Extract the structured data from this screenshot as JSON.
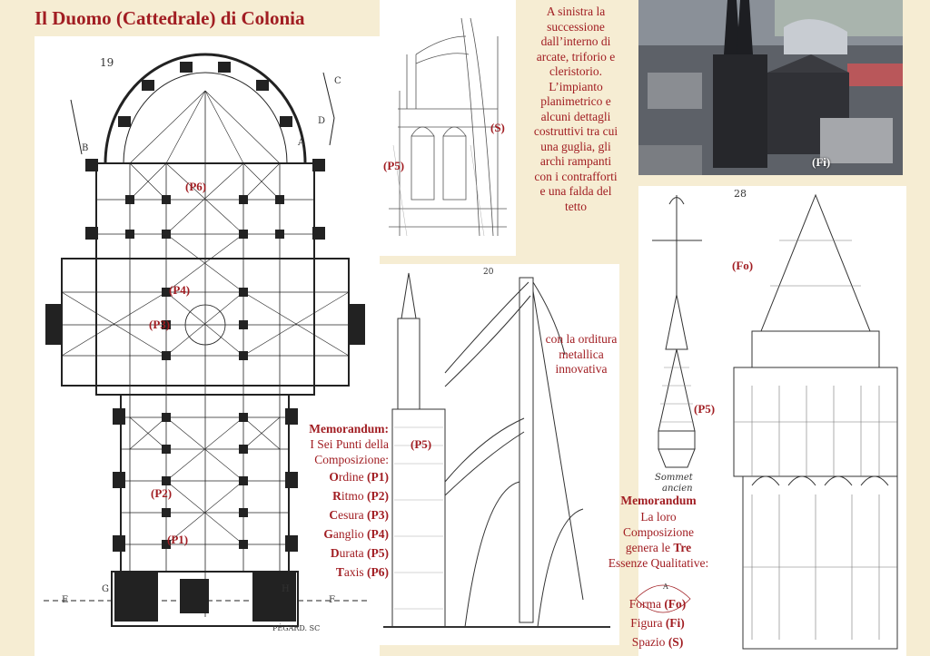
{
  "title": "Il Duomo (Cattedrale) di Colonia",
  "plan": {
    "plate_number": "19",
    "letters": {
      "a": "A",
      "b": "B",
      "c": "C",
      "d": "D",
      "e": "E",
      "f": "F",
      "g": "G",
      "h": "H"
    },
    "engraver": "PÉGARD. SC",
    "labels": {
      "p6": "(P6)",
      "p4": "(P4)",
      "p3": "(P3)",
      "p2": "(P2)",
      "p1": "(P1)"
    }
  },
  "section_top": {
    "label_s": "(S)",
    "label_p5": "(P5)"
  },
  "intro_text": "A sinistra la successione dall’interno di arcate, triforio e cleristorio. L’impianto planimetrico e alcuni dettagli costruttivi tra cui una guglia, gli archi rampanti con i contrafforti e una falda del tetto",
  "photo": {
    "label": "(Fi)"
  },
  "section_mid": {
    "plate_number": "20",
    "label_p5": "(P5)"
  },
  "roof_text": "con la orditura metallica innovativa",
  "memorandum1": {
    "heading": "Memorandum:",
    "line1_bold": "I",
    "line1_rest": " Sei Punti della",
    "line2": "Composizione:",
    "items": [
      {
        "initial": "O",
        "rest": "rdine ",
        "code": "(P1)"
      },
      {
        "initial": "R",
        "rest": "itmo ",
        "code": "(P2)"
      },
      {
        "initial": "C",
        "rest": "esura ",
        "code": "(P3)"
      },
      {
        "initial": "G",
        "rest": "anglio ",
        "code": "(P4)"
      },
      {
        "initial": "D",
        "rest": "urata ",
        "code": "(P5)"
      },
      {
        "initial": "T",
        "rest": "axis ",
        "code": "(P6)"
      }
    ]
  },
  "spire_small": {
    "label_p5": "(P5)",
    "caption_1": "Sommet",
    "caption_2": "ancien"
  },
  "spire_big": {
    "plate_number": "28",
    "label_fo": "(Fo)"
  },
  "memorandum2": {
    "heading": "Memorandum",
    "line1": "La loro",
    "line2": "Composizione",
    "line3_pre": "genera le ",
    "line3_bold": "Tre",
    "line4": "Essenze Qualitative:",
    "diagram_letter": "A",
    "items": [
      {
        "name": "Forma ",
        "code": "(Fo)"
      },
      {
        "name": "Figura ",
        "code": "(Fi)"
      },
      {
        "name": "Spazio ",
        "code": "(S)"
      }
    ]
  },
  "colors": {
    "background": "#f6edd3",
    "accent": "#a11d22",
    "ink": "#222222",
    "paper": "#ffffff"
  }
}
